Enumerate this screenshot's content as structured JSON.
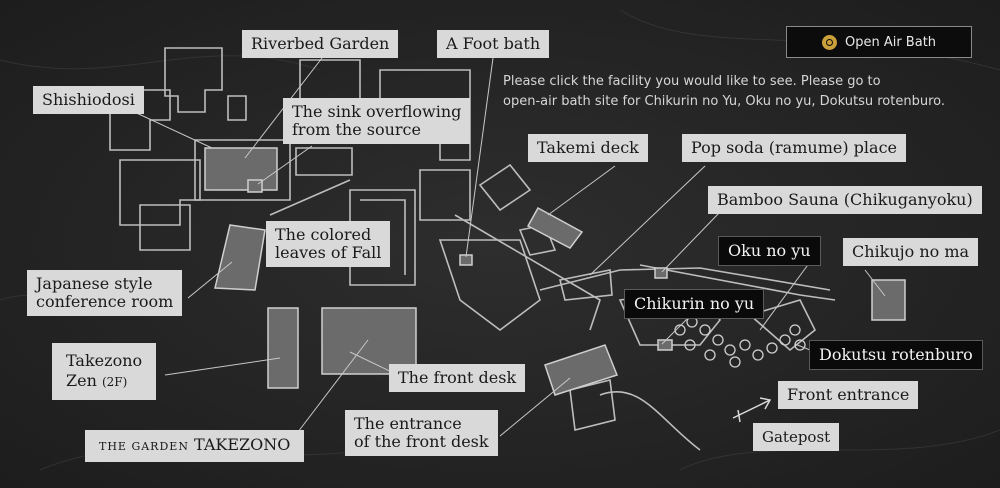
{
  "open_air_button": {
    "label": "Open Air Bath",
    "icon": "onsen-icon",
    "accent": "#c9a03a"
  },
  "instructions": [
    "Please click the facility you would like to see. Please go to",
    "open-air bath site for Chikurin no Yu, Oku no yu, Dokutsu rotenburo."
  ],
  "labels": {
    "riverbed_garden": "Riverbed Garden",
    "foot_bath": "A Foot bath",
    "shishiodosi": "Shishiodosi",
    "sink_line1": "The sink overflowing",
    "sink_line2": "from the source",
    "takemi_deck": "Takemi deck",
    "pop_soda": "Pop soda (ramume) place",
    "bamboo_sauna": "Bamboo Sauna (Chikuganyoku)",
    "colored_line1": "The colored",
    "colored_line2": "leaves of Fall",
    "oku_no_yu": "Oku no yu",
    "chikujo_no_ma": "Chikujo no ma",
    "conference_line1": "Japanese style",
    "conference_line2": "conference room",
    "chikurin_no_yu": "Chikurin no yu",
    "takezono_line1": "Takezono",
    "takezono_line2a": "Zen",
    "takezono_line2b": "(2F)",
    "front_desk": "The front desk",
    "dokutsu": "Dokutsu rotenburo",
    "front_entrance": "Front entrance",
    "garden_caps": "THE GARDEN",
    "garden_name": "TAKEZONO",
    "entrance_line1": "The entrance",
    "entrance_line2": "of the front desk",
    "gatepost": "Gatepost"
  }
}
